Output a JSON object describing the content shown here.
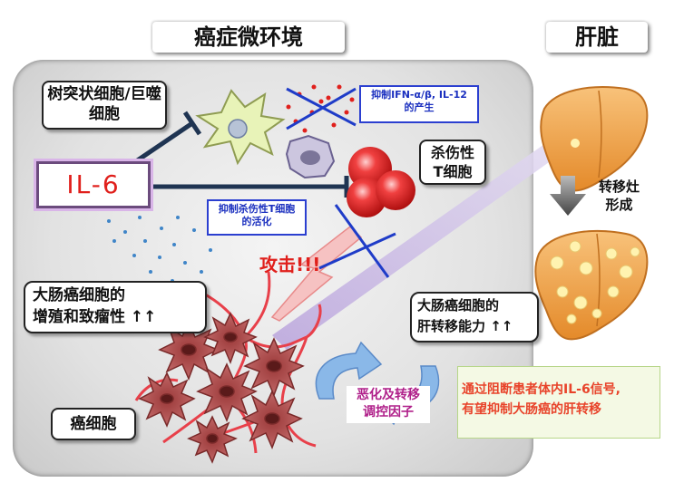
{
  "titles": {
    "microenvironment": "癌症微环境",
    "liver": "肝脏"
  },
  "labels": {
    "dendritic": "树突状细胞/巨噬细胞",
    "il6": "IL-6",
    "suppress_ifn_line1": "抑制IFN-α/β, IL-12",
    "suppress_ifn_line2": "的产生",
    "killer_t_line1": "杀伤性",
    "killer_t_line2": "T细胞",
    "suppress_t_line1": "抑制杀伤性T细胞",
    "suppress_t_line2": "的活化",
    "attack": "攻击!!!",
    "proliferation_line1": "大肠癌细胞的",
    "proliferation_line2": "增殖和致瘤性 ↑↑",
    "metastasis_line1": "大肠癌细胞的",
    "metastasis_line2": "肝转移能力 ↑↑",
    "factors_line1": "恶化及转移",
    "factors_line2": "调控因子",
    "cancer_cells": "癌细胞",
    "metastasis_formation_line1": "转移灶",
    "metastasis_formation_line2": "形成",
    "conclusion_line1": "通过阻断患者体内IL-6信号,",
    "conclusion_line2": "有望抑制大肠癌的肝转移"
  },
  "colors": {
    "red_text": "#e0201c",
    "blue_text": "#1a2fbf",
    "factor_text": "#b0208a",
    "conclusion_text": "#e8432a",
    "conclusion_bg": "#f4f9e4",
    "conclusion_border": "#b7d68a",
    "liver": "#f4a24a",
    "cancer_cell": "#b54a4a",
    "killer_cell": "#e83030"
  }
}
